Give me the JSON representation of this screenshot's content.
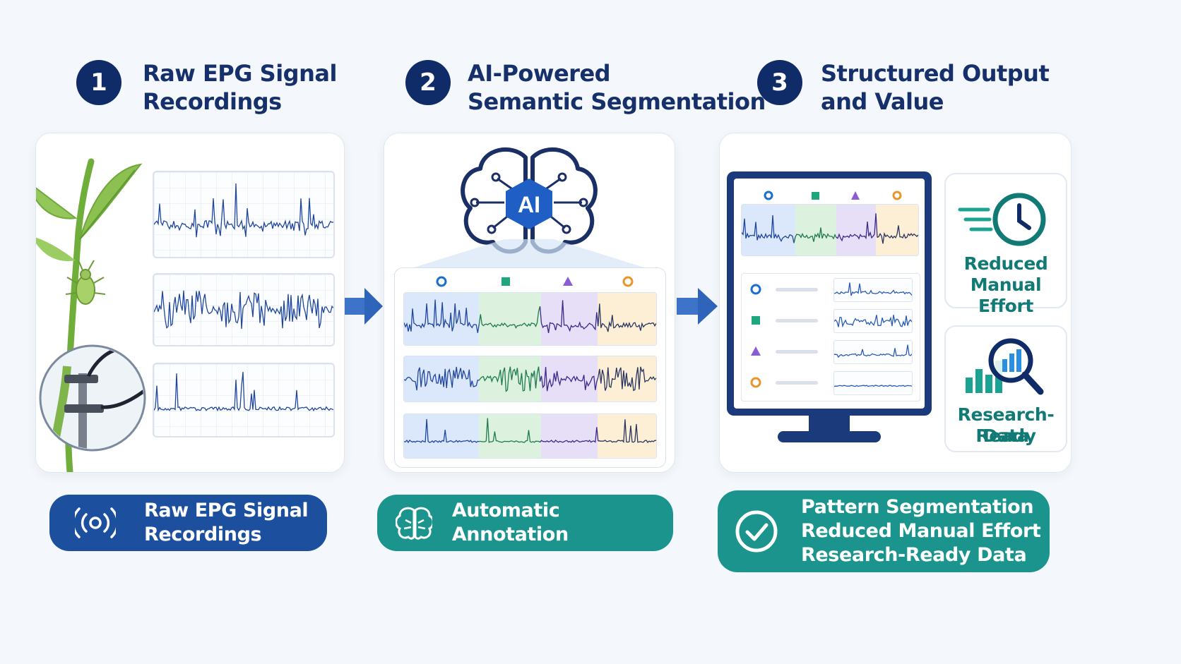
{
  "steps": [
    {
      "number": "1",
      "title_line1": "Raw EPG Signal",
      "title_line2": "Recordings"
    },
    {
      "number": "2",
      "title_line1": "AI-Powered",
      "title_line2": "Semantic Segmentation"
    },
    {
      "number": "3",
      "title_line1": "Structured Output",
      "title_line2": "and Value"
    }
  ],
  "ai_badge": "AI",
  "value_cards": [
    {
      "line1": "Reduced",
      "line2": "Manual Effort",
      "icon": "clock-icon"
    },
    {
      "line1": "Research-Ready",
      "line2": "Data",
      "icon": "magnifier-chart-icon"
    }
  ],
  "pills": [
    {
      "line1": "Raw EPG Signal",
      "line2": "Recordings",
      "icon": "signal-icon",
      "color": "#1d4f9f"
    },
    {
      "line1": "Automatic Annotation",
      "icon": "brain-icon",
      "color": "#1a948c"
    },
    {
      "line1": "Pattern Segmentation",
      "line2": "Reduced Manual Effort",
      "line3": "Research-Ready Data",
      "icon": "check-circle-icon",
      "color": "#1a948c"
    }
  ],
  "colors": {
    "navy": "#0f2c68",
    "blue_segment": "#dbe8fb",
    "green_segment": "#dcf1de",
    "purple_segment": "#e7def7",
    "orange_segment": "#fcefd5",
    "class_blue": "#1b6ecf",
    "class_green": "#1ea67e",
    "class_purple": "#8a5cd6",
    "class_orange": "#e8952c"
  },
  "class_markers": [
    "circle",
    "square",
    "triangle",
    "circle-orange"
  ]
}
